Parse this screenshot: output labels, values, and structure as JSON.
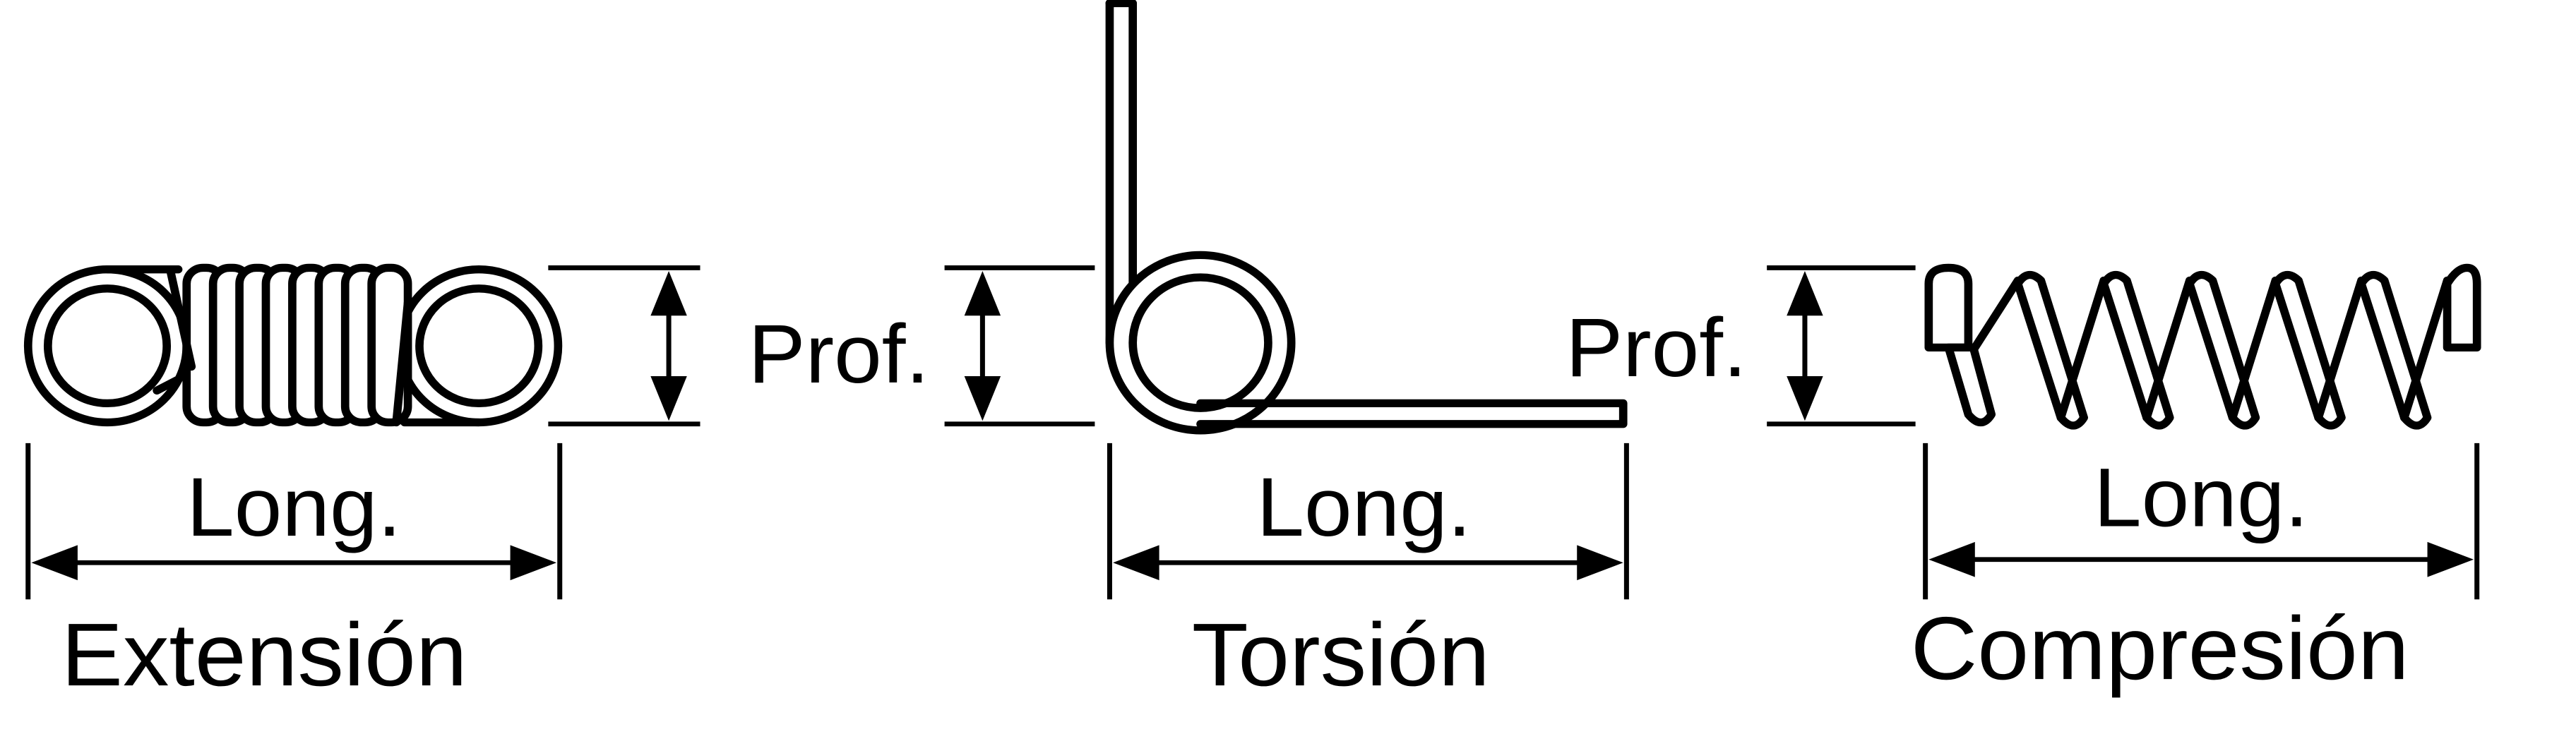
{
  "springs": [
    {
      "id": "extension",
      "name": "Extensión",
      "depth_label": "",
      "length_label": "Long."
    },
    {
      "id": "torsion",
      "name": "Torsión",
      "depth_label": "Prof.",
      "length_label": "Long."
    },
    {
      "id": "compression",
      "name": "Compresión",
      "depth_label": "Prof.",
      "length_label": "Long."
    }
  ],
  "colors": {
    "line": "#000000",
    "background": "#ffffff"
  }
}
